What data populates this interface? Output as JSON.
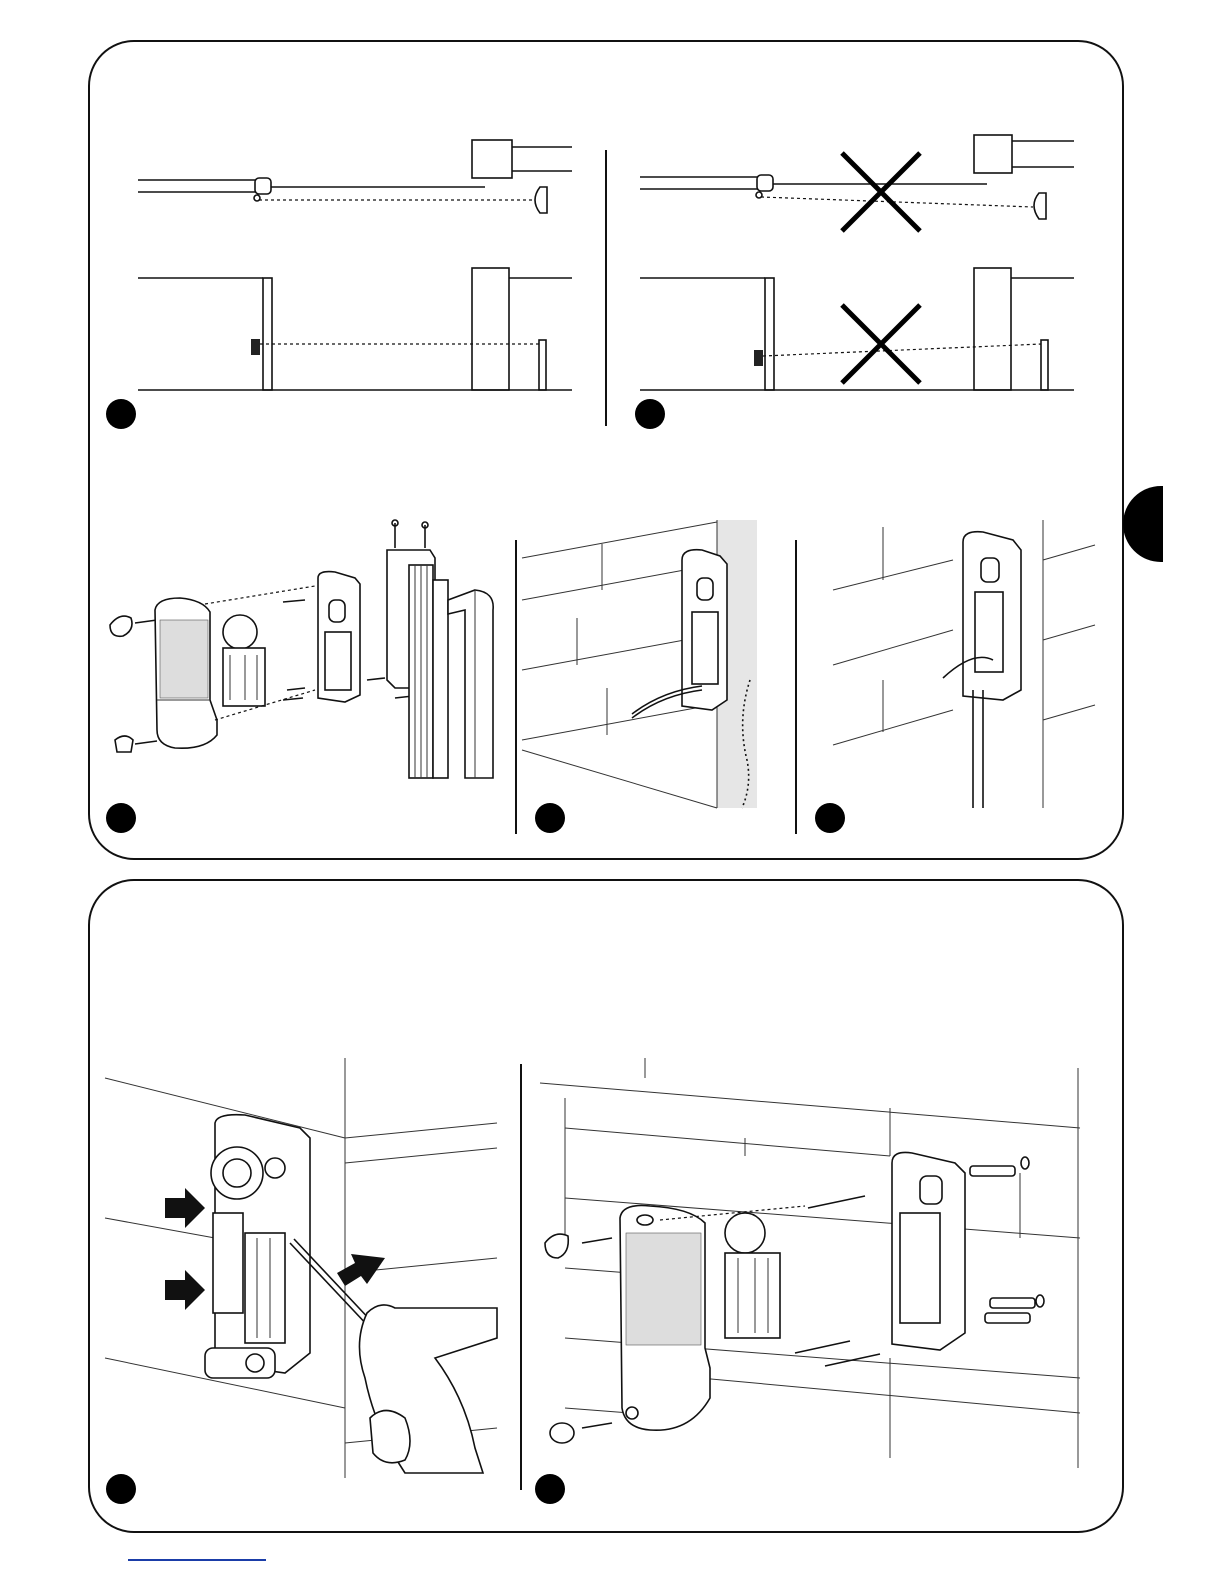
{
  "page": {
    "accent_color": "#1a3da8",
    "figures": [
      {
        "id": "alignment-correct",
        "icon": "photocell-alignment-correct-icon"
      },
      {
        "id": "alignment-incorrect",
        "icon": "photocell-alignment-incorrect-icon"
      },
      {
        "id": "column-mounting",
        "icon": "column-mount-exploded-icon"
      },
      {
        "id": "cable-entry-wall",
        "icon": "wall-cable-entry-icon"
      },
      {
        "id": "cable-entry-tube",
        "icon": "tube-cable-entry-icon"
      },
      {
        "id": "remove-cover",
        "icon": "screwdriver-remove-icon"
      },
      {
        "id": "wall-mounting",
        "icon": "wall-mount-exploded-icon"
      }
    ]
  }
}
